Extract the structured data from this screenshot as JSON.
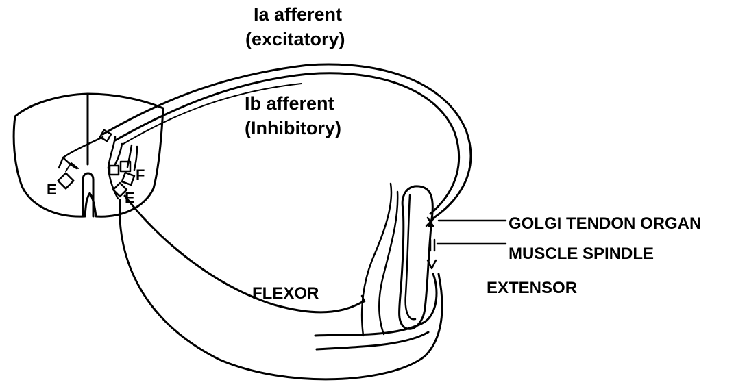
{
  "labels": {
    "ia_line1": "Ia afferent",
    "ia_line2": "(excitatory)",
    "ib_line1": "Ib afferent",
    "ib_line2": "(Inhibitory)",
    "golgi": "GOLGI TENDON ORGAN",
    "spindle": "MUSCLE SPINDLE",
    "extensor": "EXTENSOR",
    "flexor": "FLEXOR",
    "e_left": "E",
    "f_right": "F",
    "e_right": "E"
  },
  "colors": {
    "ink": "#000000",
    "background": "#ffffff"
  }
}
